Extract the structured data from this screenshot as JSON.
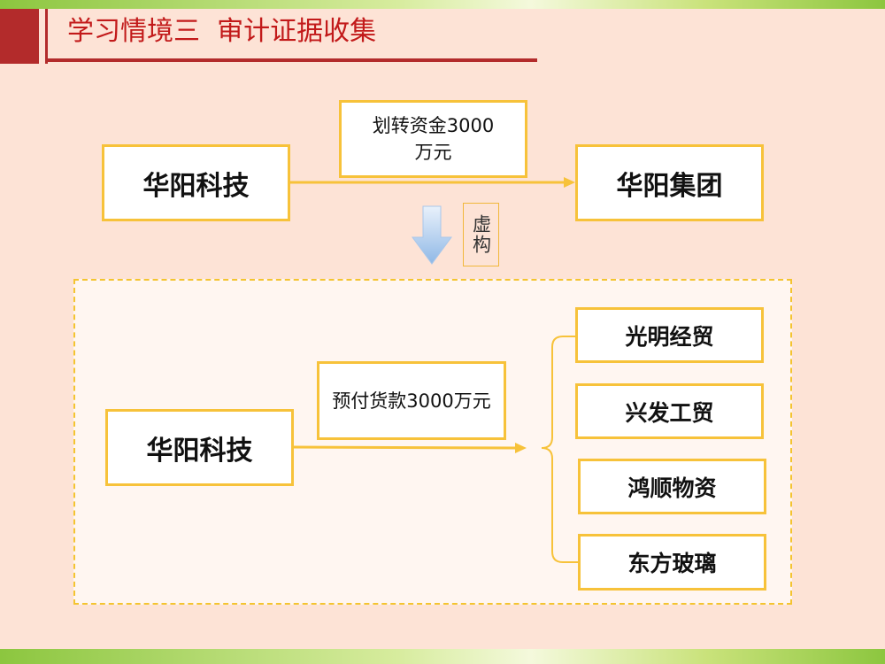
{
  "header": {
    "title": "学习情境三  审计证据收集"
  },
  "diagram": {
    "top_source": "华阳科技",
    "top_transfer_label": "划转资金3000万元",
    "top_target": "华阳集团",
    "note": "虚构",
    "bottom_source": "华阳科技",
    "bottom_payment_label": "预付货款3000万元",
    "recipients": [
      "光明经贸",
      "兴发工贸",
      "鸿顺物资",
      "东方玻璃"
    ]
  }
}
